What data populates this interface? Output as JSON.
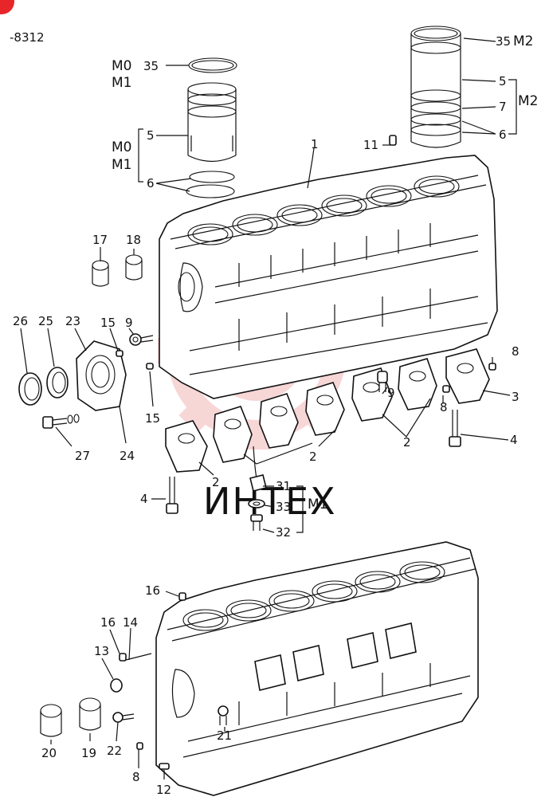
{
  "diagram": {
    "ref_code": "-8312",
    "watermark_text": "ИНТЕХ",
    "accent_color": "#e8262a",
    "watermark_color": "#f2b5b5",
    "line_color": "#111111",
    "callouts": {
      "c35_top": "35",
      "m0_top": "M0",
      "m1_top": "M1",
      "c5_left": "5",
      "m0_mid": "M0",
      "m1_mid": "M1",
      "c6_left": "6",
      "c1": "1",
      "c11": "11",
      "c35_right": "35",
      "m2_right": "M2",
      "c5_right": "5",
      "c7_right": "7",
      "c6_right": "6",
      "m2_brace": "M2",
      "c17": "17",
      "c18": "18",
      "c26": "26",
      "c25": "25",
      "c23": "23",
      "c15_top": "15",
      "c9_top": "9",
      "c8_right": "8",
      "c3": "3",
      "c8_mid": "8",
      "c4_right": "4",
      "c15_low": "15",
      "c27": "27",
      "c24": "24",
      "c9_mid": "9",
      "c2_a": "2",
      "c2_b": "2",
      "c2_c": "2",
      "c4_left": "4",
      "c31": "31",
      "c33": "33",
      "m1_brace": "M1",
      "c32": "32",
      "c16_top": "16",
      "c16_low": "16",
      "c14": "14",
      "c13": "13",
      "c21": "21",
      "c20": "20",
      "c19": "19",
      "c22": "22",
      "c8_low": "8",
      "c12": "12"
    }
  }
}
